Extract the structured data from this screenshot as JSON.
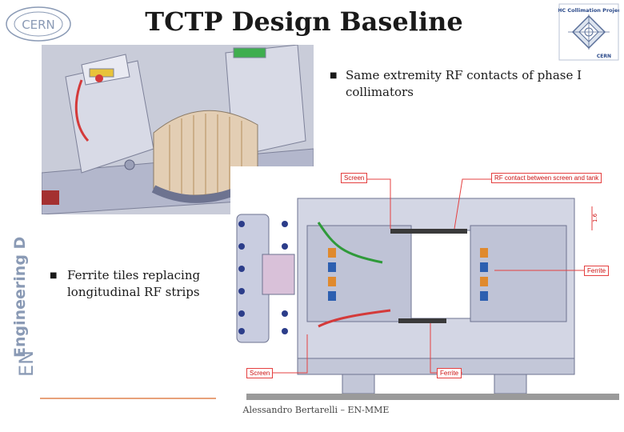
{
  "slide": {
    "title": "TCTP Design Baseline",
    "side_label": "Engineering D",
    "side_abbrev": "EN",
    "footer": "Alessandro Bertarelli – EN-MME"
  },
  "logos": {
    "cern": "CERN",
    "lhc": "LHC Collimation Project",
    "lhc_sub": "CERN"
  },
  "bullets": [
    "Same extremity RF contacts of phase I collimators",
    "Ferrite tiles replacing longitudinal RF strips"
  ],
  "drawing": {
    "callouts": {
      "screen_top": "Screen",
      "rf_contact": "RF contact between screen and tank",
      "ferrite_right": "Ferrite",
      "screen_bottom": "Screen",
      "ferrite_bottom": "Ferrite"
    },
    "dimension": "1.6"
  },
  "colors": {
    "accent": "#e54040",
    "side_text": "#8a9ab5",
    "footer_line": "#e8a27a"
  }
}
